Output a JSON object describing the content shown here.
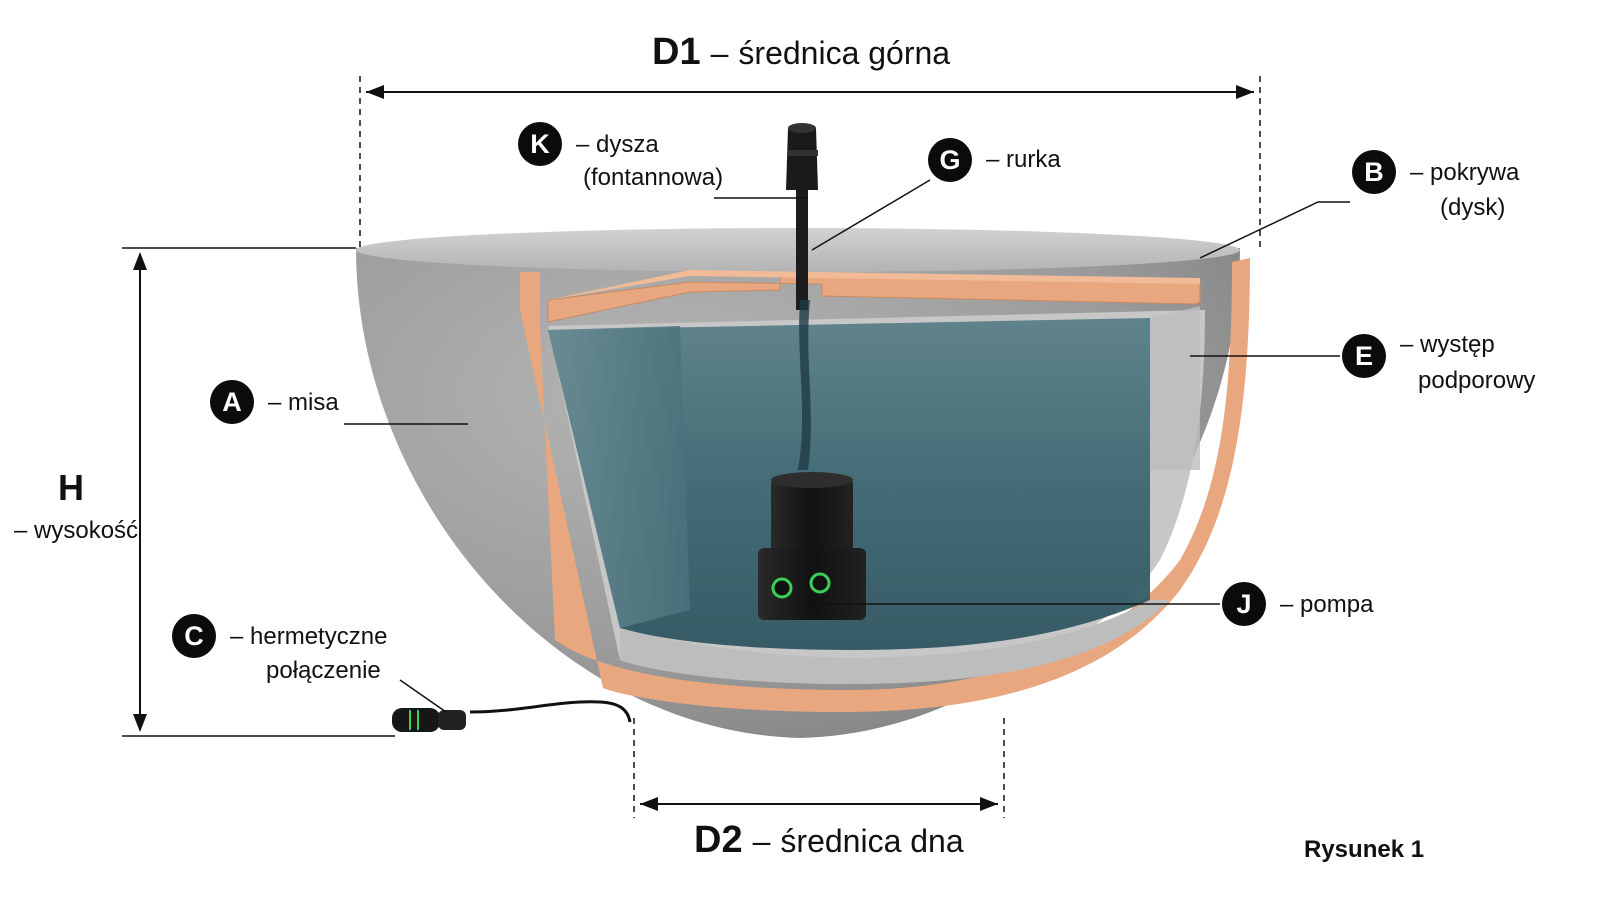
{
  "dimensions": {
    "d1": {
      "code": "D1",
      "text": "średnica górna"
    },
    "d2": {
      "code": "D2",
      "text": "średnica dna"
    },
    "h": {
      "code": "H",
      "text": "wysokość"
    }
  },
  "dash": "–",
  "parts": {
    "a": {
      "letter": "A",
      "line1": "misa"
    },
    "b": {
      "letter": "B",
      "line1": "pokrywa",
      "line2": "(dysk)"
    },
    "c": {
      "letter": "C",
      "line1": "hermetyczne",
      "line2": "połączenie"
    },
    "e": {
      "letter": "E",
      "line1": "występ",
      "line2": "podporowy"
    },
    "g": {
      "letter": "G",
      "line1": "rurka"
    },
    "j": {
      "letter": "J",
      "line1": "pompa"
    },
    "k": {
      "letter": "K",
      "line1": "dysza",
      "line2": "(fontannowa)"
    }
  },
  "caption": "Rysunek 1",
  "colors": {
    "concrete": "#9b9b9b",
    "concrete_light": "#c9c9c9",
    "liner": "#e8a77e",
    "water": "#3d6772",
    "pump": "#141414",
    "pump_led": "#3ccf57"
  }
}
